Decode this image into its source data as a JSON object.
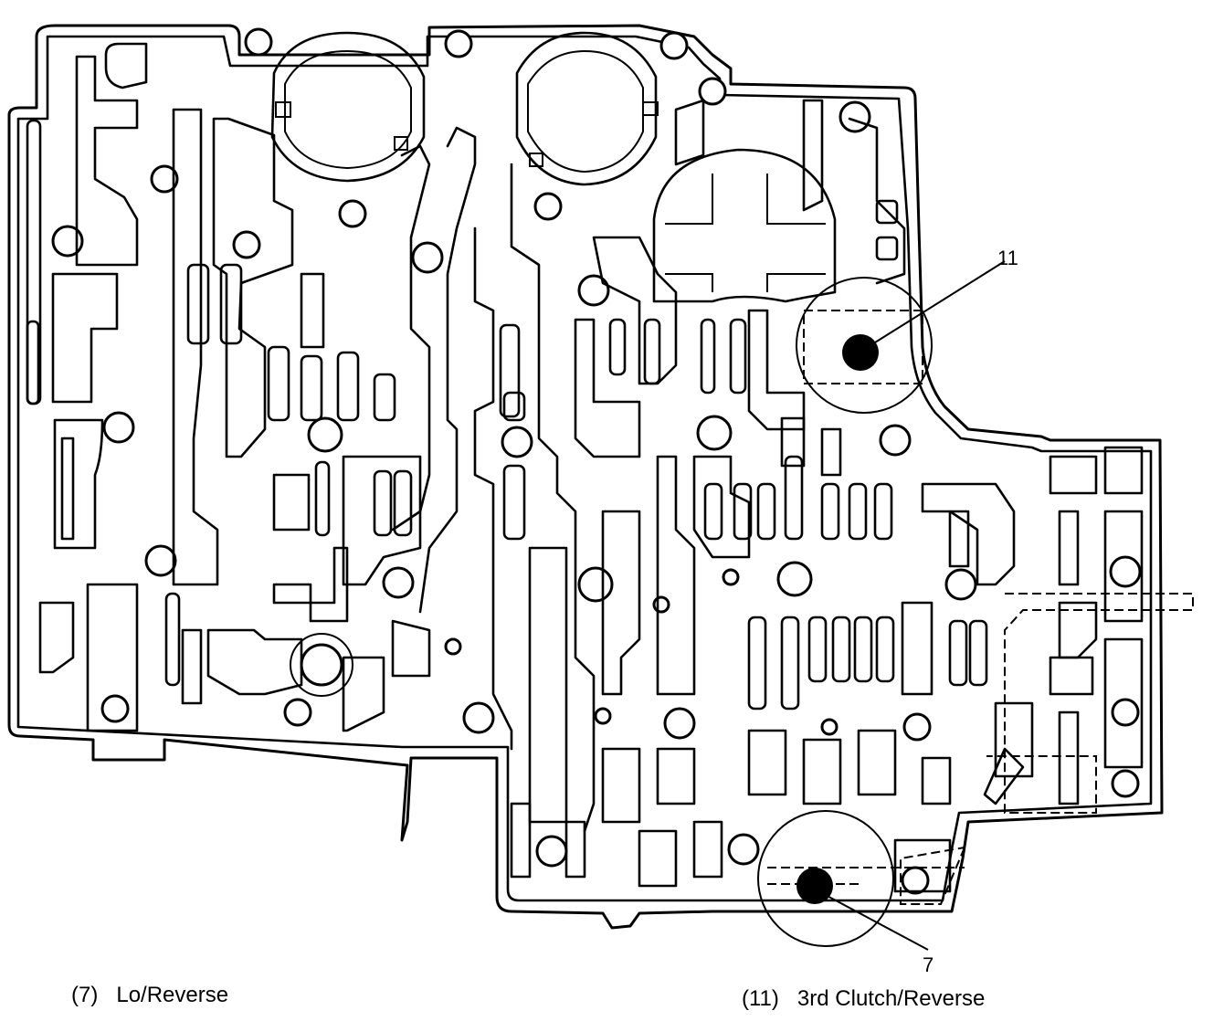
{
  "callouts": [
    {
      "number": "11",
      "meaning": "3rd Clutch/Reverse"
    },
    {
      "number": "7",
      "meaning": "Lo/Reverse"
    }
  ],
  "legend": [
    {
      "code": "(7)",
      "label": "Lo/Reverse"
    },
    {
      "code": "(11)",
      "label": "3rd Clutch/Reverse"
    }
  ]
}
